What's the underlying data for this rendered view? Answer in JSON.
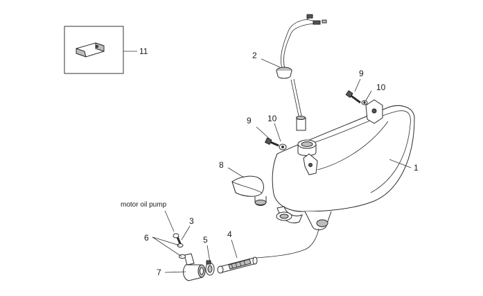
{
  "callouts": {
    "c1": "1",
    "c2": "2",
    "c3": "3",
    "c4": "4",
    "c5": "5",
    "c6": "6",
    "c7": "7",
    "c8": "8",
    "c9a": "9",
    "c9b": "9",
    "c10a": "10",
    "c10b": "10",
    "c11": "11"
  },
  "annotation": "motor oil pump",
  "colors": {
    "outline": "#2a2a2a",
    "shade": "#bdbdbd",
    "dark": "#555555",
    "text": "#1a1a1a"
  }
}
